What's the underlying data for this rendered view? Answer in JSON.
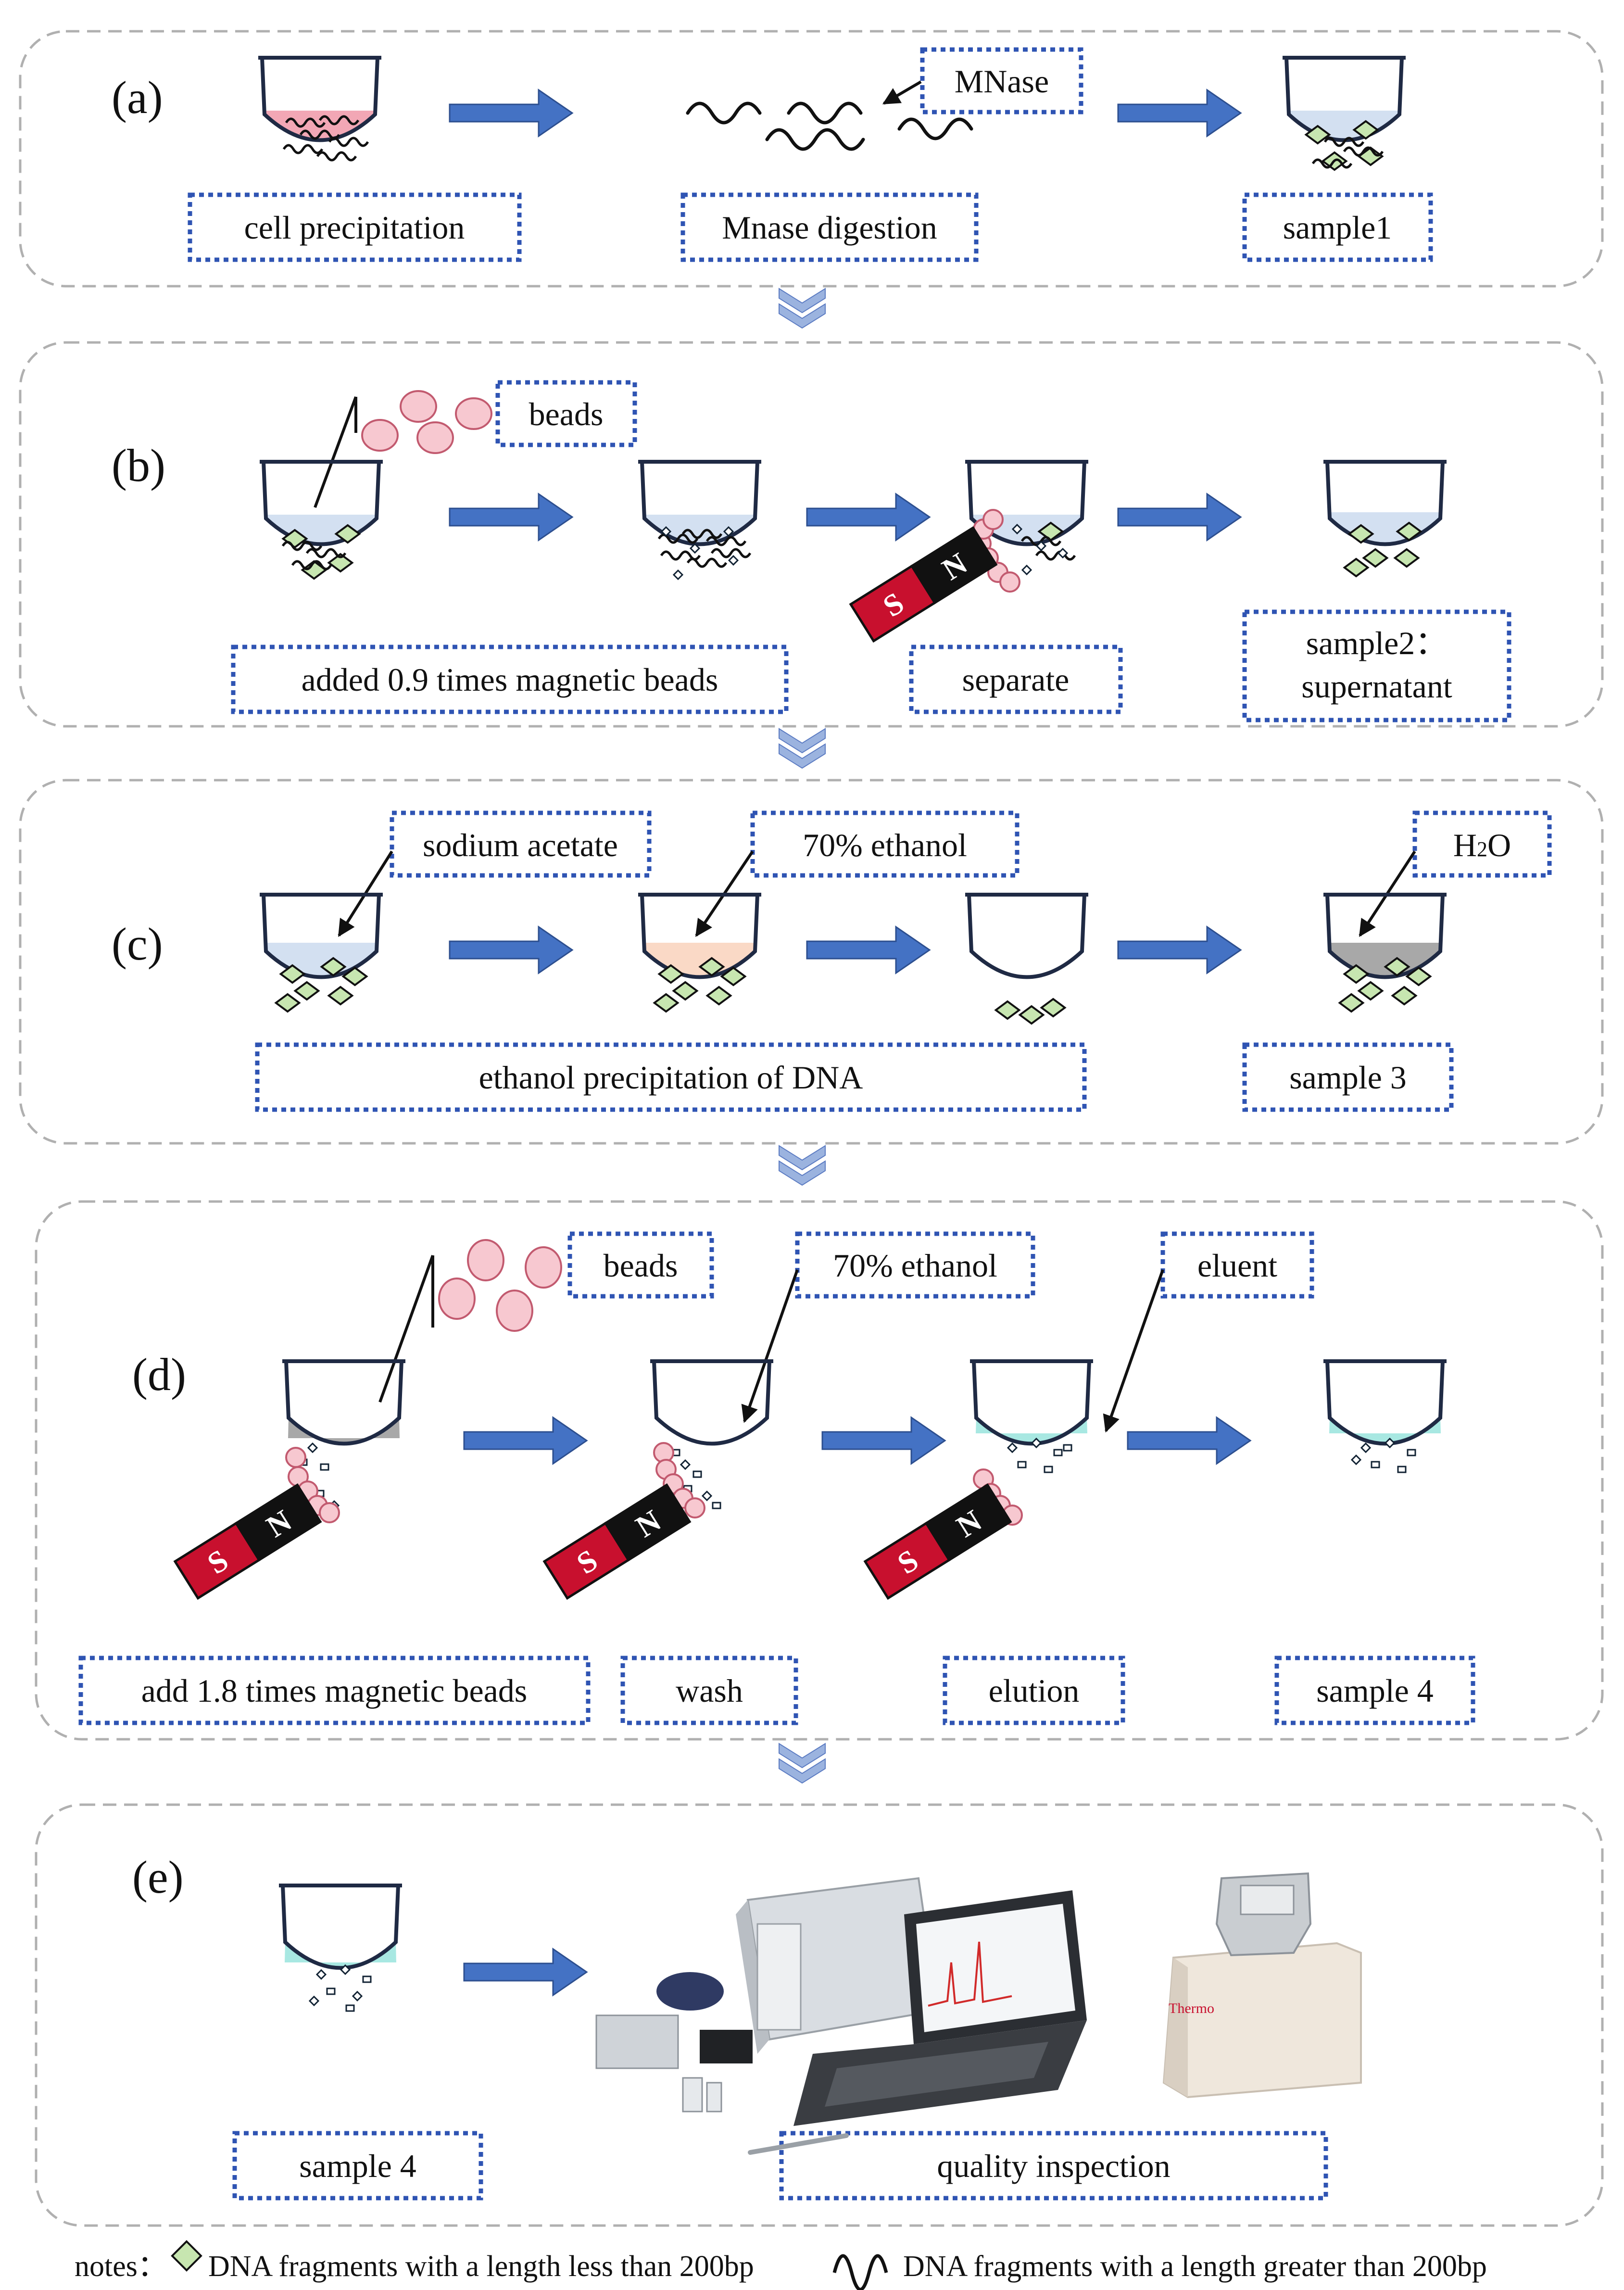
{
  "panels": {
    "a": {
      "letter": "(a)",
      "labels": {
        "step1": "cell precipitation",
        "step2": "Mnase digestion",
        "step3": "sample1"
      },
      "callout_mnase": "MNase"
    },
    "b": {
      "letter": "(b)",
      "callout_beads": "beads",
      "labels": {
        "step1": "added 0.9 times magnetic beads",
        "step2": "separate",
        "step3_line1": "sample2：",
        "step3_line2": "supernatant"
      }
    },
    "c": {
      "letter": "(c)",
      "callouts": {
        "sodium_acetate": "sodium acetate",
        "ethanol": "70% ethanol",
        "water_main": "H",
        "water_sub": "2",
        "water_tail": "O"
      },
      "labels": {
        "step1": "ethanol precipitation of DNA",
        "step2": "sample 3"
      }
    },
    "d": {
      "letter": "(d)",
      "callouts": {
        "beads": "beads",
        "ethanol": "70% ethanol",
        "eluent": "eluent"
      },
      "labels": {
        "step1": "add 1.8 times magnetic beads",
        "step2": "wash",
        "step3": "elution",
        "step4": "sample 4"
      }
    },
    "e": {
      "letter": "(e)",
      "labels": {
        "step1": "sample 4",
        "step2": "quality inspection"
      },
      "instrument_brand": "Thermo"
    }
  },
  "magnet": {
    "south": "S",
    "north": "N"
  },
  "notes": {
    "prefix": "notes：",
    "short_fragments": "DNA fragments with a length less than 200bp",
    "long_fragments": "DNA fragments with a length greater than 200bp"
  },
  "colors": {
    "arrow": "#4472C4",
    "label_border": "#2F54B3",
    "panel_border": "#B0B0B0",
    "pink_liquid": "#F2A7B5",
    "blue_liquid": "#D3E0F1",
    "peach_liquid": "#FAD9C6",
    "gray_liquid": "#A8A8A8",
    "cyan_liquid": "#A8E8E2",
    "fragment_fill": "#C7E6B0",
    "bead_fill": "#F7C8D0",
    "magnet_red": "#C8102E",
    "magnet_black": "#111111"
  }
}
